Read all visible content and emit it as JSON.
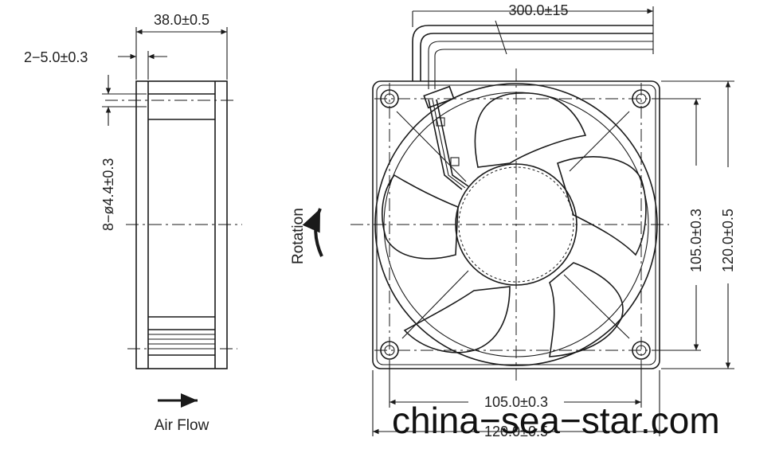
{
  "side_view": {
    "width_dim": "38.0±0.5",
    "flange_dim": "2−5.0±0.3",
    "hole_dim": "8−ø4.4±0.3",
    "airflow_label": "Air Flow"
  },
  "front_view": {
    "cable_dim": "300.0±15",
    "rotation_label": "Rotation",
    "hole_spacing_v": "105.0±0.3",
    "height_dim": "120.0±0.5",
    "hole_spacing_h": "105.0±0.3",
    "width_dim": "120.0±0.5"
  },
  "watermark": "china−sea−star.com"
}
